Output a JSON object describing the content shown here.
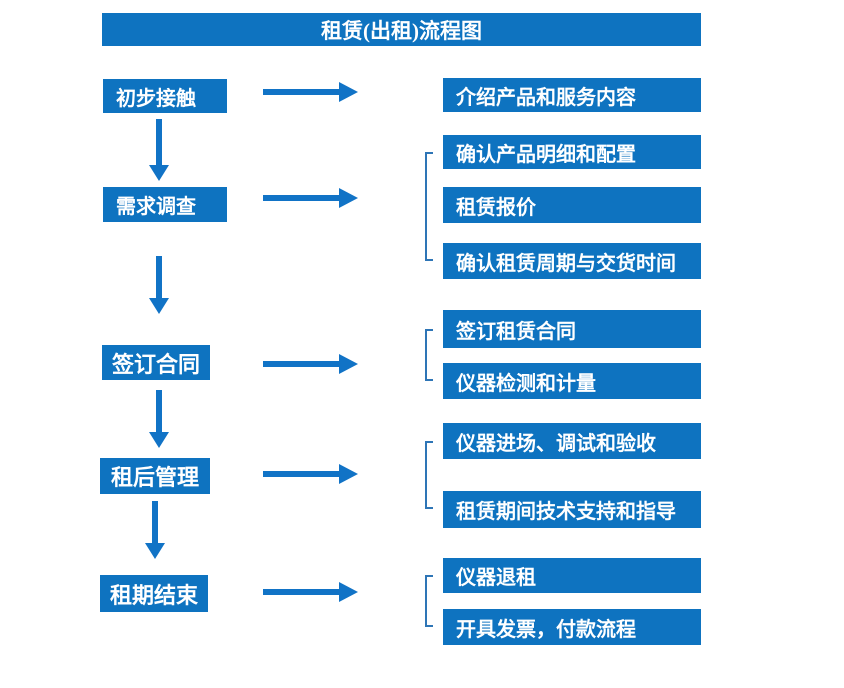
{
  "title": "租赁(出租)流程图",
  "colors": {
    "box_blue": "#0e73c0",
    "arrow_blue": "#1173c6",
    "bracket_blue": "#2e75b6",
    "text_white": "#ffffff"
  },
  "stages": [
    {
      "label": "初步接触",
      "details": [
        "介绍产品和服务内容"
      ]
    },
    {
      "label": "需求调查",
      "details": [
        "确认产品明细和配置",
        "租赁报价",
        "确认租赁周期与交货时间"
      ]
    },
    {
      "label": "签订合同",
      "details": [
        "签订租赁合同",
        "仪器检测和计量"
      ]
    },
    {
      "label": "租后管理",
      "details": [
        "仪器进场、调试和验收",
        "租赁期间技术支持和指导"
      ]
    },
    {
      "label": "租期结束",
      "details": [
        "仪器退租",
        "开具发票，付款流程"
      ]
    }
  ]
}
